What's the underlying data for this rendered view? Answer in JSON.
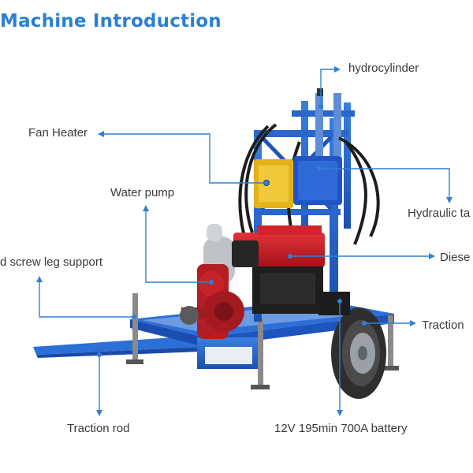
{
  "title": "Machine Introduction",
  "labels": {
    "hydrocylinder": "hydrocylinder",
    "fan_heater": "Fan Heater",
    "water_pump": "Water pump",
    "hydraulic_tank": "Hydraulic ta",
    "screw_leg_support": "d screw leg support",
    "diesel": "Diese",
    "traction_wheel": "Traction",
    "traction_rod": "Traction rod",
    "battery": "12V 195min 700A battery"
  },
  "colors": {
    "title": "#2a7fd4",
    "leader_line": "#2f7fd6",
    "frame": "#1f5fc9",
    "engine": "#c8181e",
    "pump": "#b51d24",
    "tire": "#333333",
    "fan_heater": "#e3b21a"
  }
}
